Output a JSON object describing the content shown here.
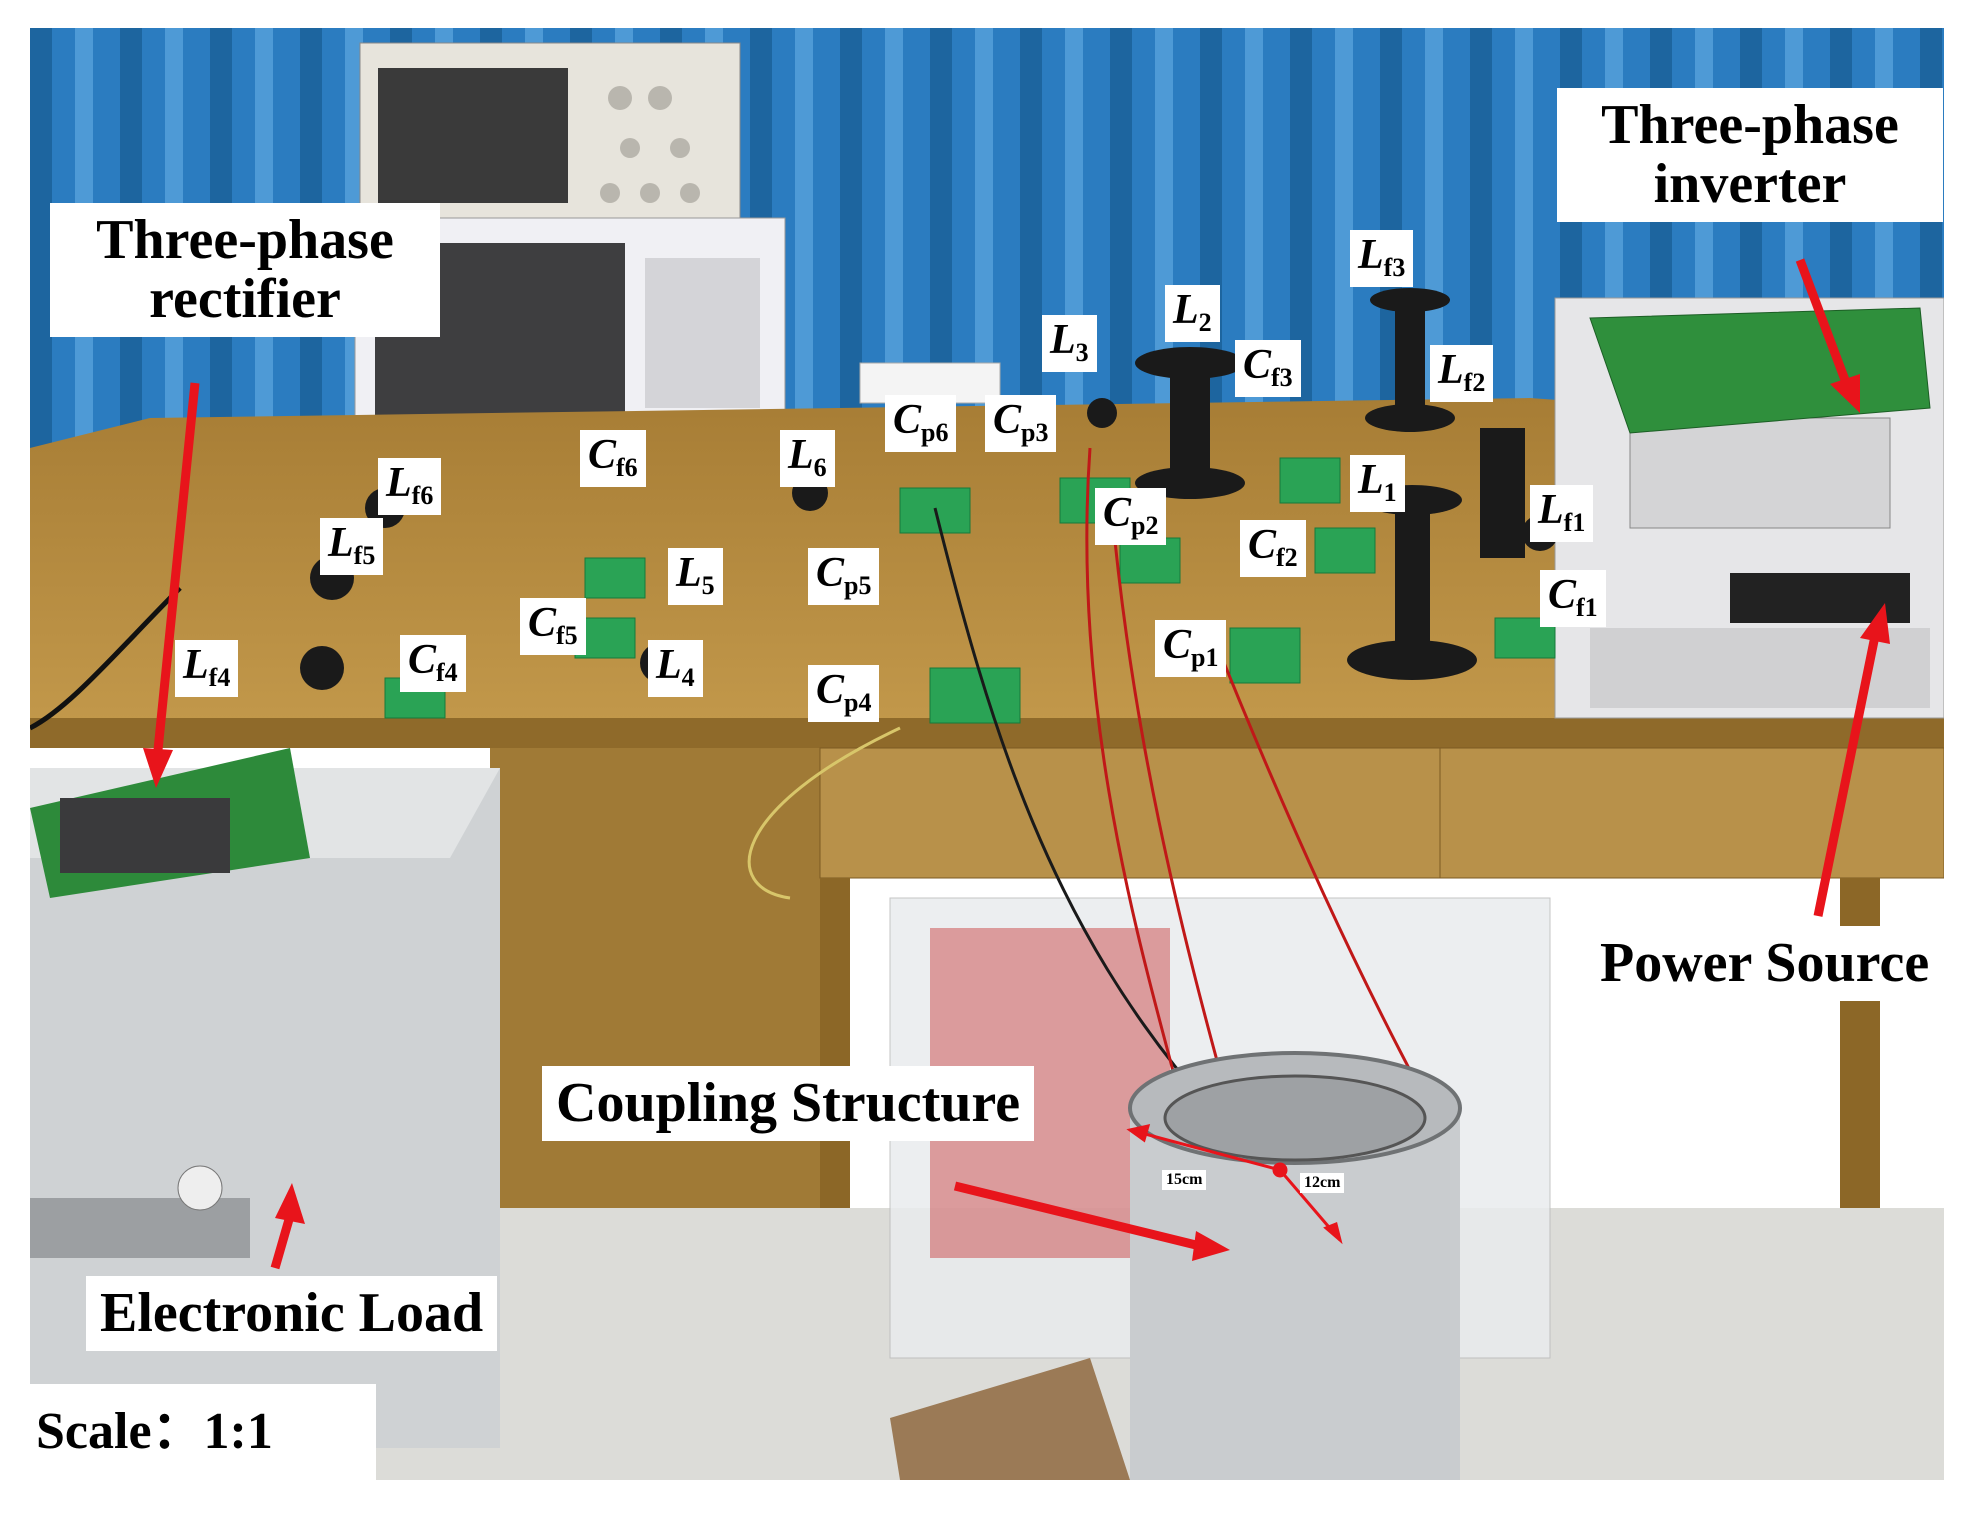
{
  "figure": {
    "callouts": {
      "rectifier": [
        "Three-phase",
        "rectifier"
      ],
      "inverter": [
        "Three-phase",
        "inverter"
      ],
      "power_source": "Power Source",
      "electronic_load": "Electronic Load",
      "coupling_structure": "Coupling Structure"
    },
    "scale": "Scale：1:1",
    "dimensions": {
      "radius_outer": "15cm",
      "radius_inner": "12cm"
    },
    "components": [
      {
        "id": "lf6",
        "sym": "L",
        "sub": "f6"
      },
      {
        "id": "lf5",
        "sym": "L",
        "sub": "f5"
      },
      {
        "id": "lf4",
        "sym": "L",
        "sub": "f4"
      },
      {
        "id": "cf6",
        "sym": "C",
        "sub": "f6"
      },
      {
        "id": "cf5",
        "sym": "C",
        "sub": "f5"
      },
      {
        "id": "cf4",
        "sym": "C",
        "sub": "f4"
      },
      {
        "id": "l6",
        "sym": "L",
        "sub": "6"
      },
      {
        "id": "l5",
        "sym": "L",
        "sub": "5"
      },
      {
        "id": "l4",
        "sym": "L",
        "sub": "4"
      },
      {
        "id": "cp6",
        "sym": "C",
        "sub": "p6"
      },
      {
        "id": "cp5",
        "sym": "C",
        "sub": "p5"
      },
      {
        "id": "cp4",
        "sym": "C",
        "sub": "p4"
      },
      {
        "id": "cp3",
        "sym": "C",
        "sub": "p3"
      },
      {
        "id": "cp2",
        "sym": "C",
        "sub": "p2"
      },
      {
        "id": "cp1",
        "sym": "C",
        "sub": "p1"
      },
      {
        "id": "l3",
        "sym": "L",
        "sub": "3"
      },
      {
        "id": "l2",
        "sym": "L",
        "sub": "2"
      },
      {
        "id": "l1",
        "sym": "L",
        "sub": "1"
      },
      {
        "id": "lf3",
        "sym": "L",
        "sub": "f3"
      },
      {
        "id": "lf2",
        "sym": "L",
        "sub": "f2"
      },
      {
        "id": "lf1",
        "sym": "L",
        "sub": "f1"
      },
      {
        "id": "cf3",
        "sym": "C",
        "sub": "f3"
      },
      {
        "id": "cf2",
        "sym": "C",
        "sub": "f2"
      },
      {
        "id": "cf1",
        "sym": "C",
        "sub": "f1"
      }
    ],
    "colors": {
      "curtain": "#2f7fc1",
      "desk": "#b48a3e",
      "arrow": "#e8141b",
      "floor": "#d9d9d6"
    }
  }
}
